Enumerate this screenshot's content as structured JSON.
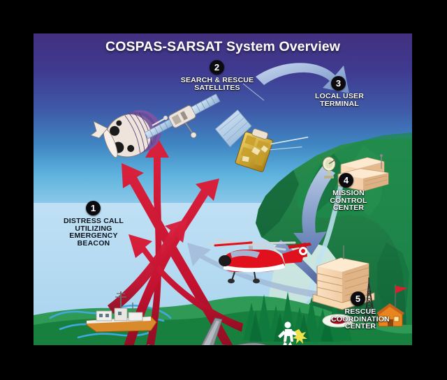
{
  "figure": {
    "title": "COSPAS-SARSAT System Overview",
    "frame_color": "#000000",
    "sky_top_color": "#43307f",
    "sky_bottom_color": "#a8d4ef",
    "land_color": "#1f7a3f",
    "ocean_color": "#b8dcf2",
    "signal_arrow_color": "#c31230",
    "data_arrow_color": "#6f8ec4",
    "number_badge_color": "#0b0b0f"
  },
  "steps": [
    {
      "number": "1",
      "label_lines": [
        "DISTRESS CALL",
        "UTILIZING",
        "EMERGENCY",
        "BEACON"
      ],
      "label": "DISTRESS CALL UTILIZING EMERGENCY BEACON",
      "text_color": "#07121c"
    },
    {
      "number": "2",
      "label_lines": [
        "SEARCH & RESCUE",
        "SATELLITES"
      ],
      "label": "SEARCH & RESCUE SATELLITES",
      "text_color": "#ffffff"
    },
    {
      "number": "3",
      "label_lines": [
        "LOCAL USER",
        "TERMINAL"
      ],
      "label": "LOCAL USER TERMINAL",
      "text_color": "#ffffff"
    },
    {
      "number": "4",
      "label_lines": [
        "MISSION",
        "CONTROL",
        "CENTER"
      ],
      "label": "MISSION CONTROL CENTER",
      "text_color": "#ffffff"
    },
    {
      "number": "5",
      "label_lines": [
        "RESCUE",
        "COORDINATION",
        "CENTER"
      ],
      "label": "RESCUE COORDINATION CENTER",
      "text_color": "#ffffff"
    }
  ],
  "scene_objects": [
    {
      "name": "geostationary-satellite",
      "description": "Cylindrical drum-shaped satellite, upper left"
    },
    {
      "name": "leo-satellite",
      "description": "Satellite with blue solar panel array"
    },
    {
      "name": "sarsat-satellite",
      "description": "Gold-bodied satellite with blue solar panel"
    },
    {
      "name": "lut-dish",
      "description": "Local user terminal ground dish antenna"
    },
    {
      "name": "lut-building",
      "description": "Local user terminal building"
    },
    {
      "name": "mcc-building",
      "description": "Mission control center building"
    },
    {
      "name": "rcc-building",
      "description": "Rescue coordination center building with flag"
    },
    {
      "name": "radio-tower",
      "description": "Lattice radio tower beside rescue coordination center"
    },
    {
      "name": "helipad",
      "description": "Red circular landing pad"
    },
    {
      "name": "rescue-helicopter",
      "description": "Red search and rescue helicopter"
    },
    {
      "name": "distressed-ship",
      "description": "Ship in open water transmitting distress beacon"
    },
    {
      "name": "crashed-aircraft",
      "description": "Downed aircraft on land"
    },
    {
      "name": "hiker-with-beacon",
      "description": "Person on foot activating a personal locator beacon"
    },
    {
      "name": "conifer-forest",
      "description": "Row of evergreen trees"
    }
  ],
  "flow": [
    {
      "name": "beacon-signal-arrows",
      "from": "distress sources",
      "to": "search & rescue satellites",
      "color": "#c31230"
    },
    {
      "name": "downlink-arrow",
      "from": "search & rescue satellites",
      "to": "local user terminal",
      "color": "#6f8ec4"
    },
    {
      "name": "lut-to-mcc-arrow",
      "from": "local user terminal",
      "to": "mission control center",
      "color": "#6f8ec4"
    },
    {
      "name": "mcc-to-rcc-arrow",
      "from": "mission control center",
      "to": "rescue coordination center",
      "color": "#41528c"
    },
    {
      "name": "rcc-to-helicopter-arrow",
      "from": "rescue coordination center",
      "to": "rescue helicopter",
      "color": "#9fb6d4"
    }
  ]
}
